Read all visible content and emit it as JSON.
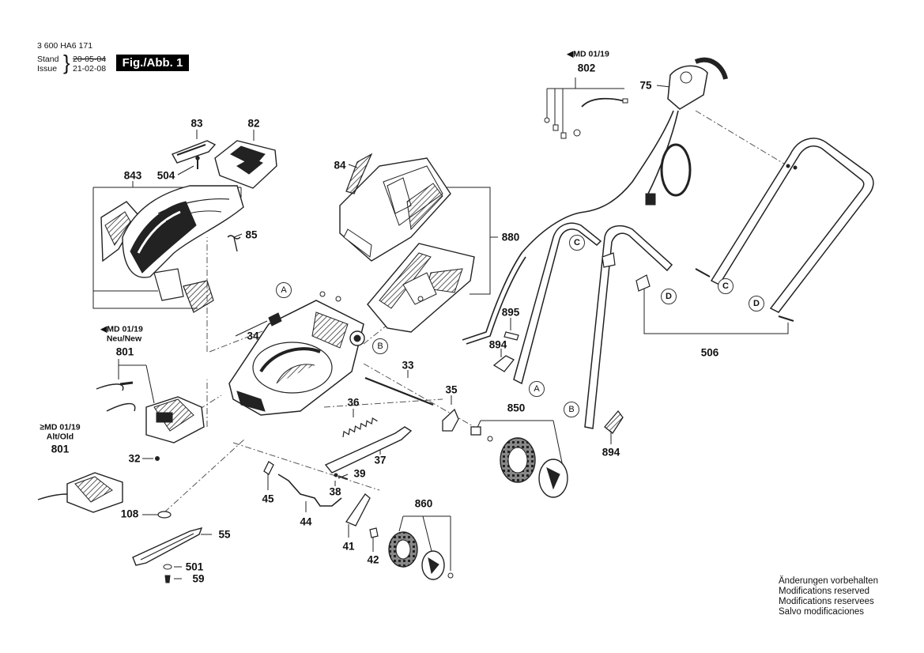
{
  "header": {
    "doc_number": "3 600 HA6 171",
    "stand_label": "Stand",
    "issue_label": "Issue",
    "stand_date_struck": "20-05-04",
    "issue_date": "21-02-08",
    "figure_label": "Fig./Abb. 1"
  },
  "parts": {
    "p83": "83",
    "p82": "82",
    "p843": "843",
    "p504": "504",
    "p85": "85",
    "p84": "84",
    "p880": "880",
    "p802": "802",
    "p75": "75",
    "p34": "34",
    "p33": "33",
    "p35": "35",
    "p36": "36",
    "p37": "37",
    "p895": "895",
    "p894a": "894",
    "p894b": "894",
    "p506": "506",
    "p850": "850",
    "p801new": "801",
    "p801old": "801",
    "p32": "32",
    "p39": "39",
    "p38": "38",
    "p45": "45",
    "p44": "44",
    "p860": "860",
    "p41": "41",
    "p42": "42",
    "p108": "108",
    "p55": "55",
    "p501": "501",
    "p59": "59"
  },
  "notes": {
    "md_top": "◀MD 01/19",
    "md_new": "◀MD 01/19",
    "neu_new": "Neu/New",
    "md_old": "≥MD 01/19",
    "alt_old": "Alt/Old"
  },
  "callouts": {
    "a1": "A",
    "a2": "A",
    "b1": "B",
    "b2": "B",
    "c1": "C",
    "c2": "C",
    "d1": "D",
    "d2": "D"
  },
  "footer": {
    "line1": "Änderungen vorbehalten",
    "line2": "Modifications reserved",
    "line3": "Modifications reservees",
    "line4": "Salvo modificaciones"
  }
}
